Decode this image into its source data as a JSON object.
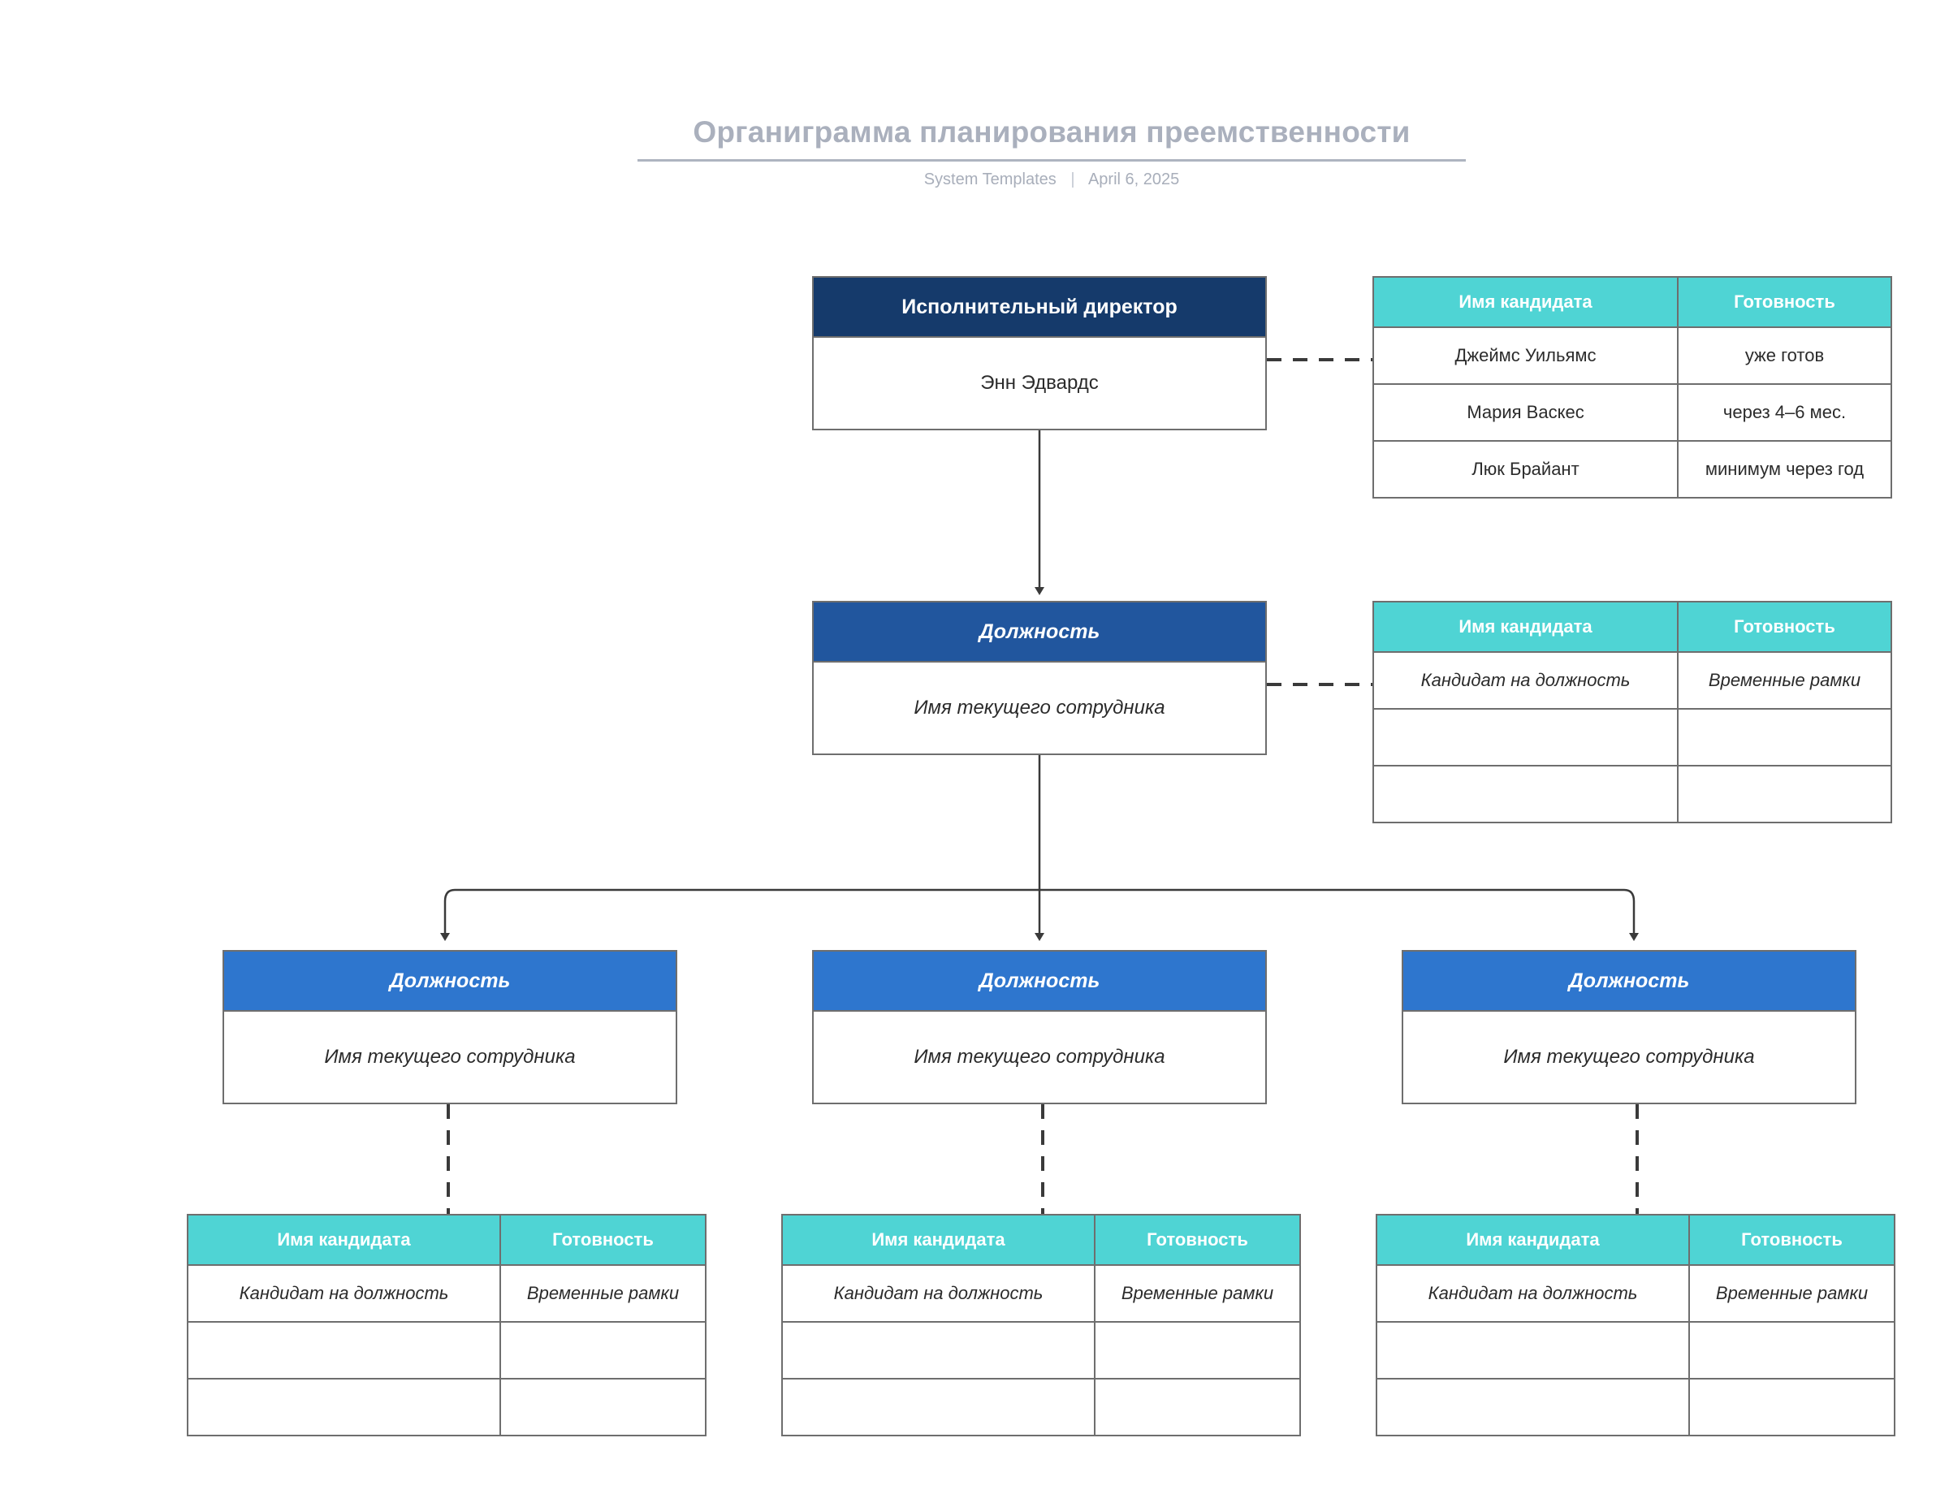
{
  "header": {
    "title": "Органиграмма планирования преемственности",
    "source": "System Templates",
    "separator": "|",
    "date": "April 6, 2025"
  },
  "colors": {
    "level1_header": "#153a6b",
    "level2_header": "#21569e",
    "level3_header": "#2e76ce",
    "table_header": "#4fd4d4",
    "border": "#6e6e6e",
    "title_text": "#aab0bd",
    "connector": "#3a3a3a"
  },
  "org_chart": {
    "level1": {
      "role": "Исполнительный директор",
      "person": "Энн Эдвардс"
    },
    "level2": {
      "role": "Должность",
      "person": "Имя текущего сотрудника"
    },
    "level3": [
      {
        "role": "Должность",
        "person": "Имя текущего сотрудника"
      },
      {
        "role": "Должность",
        "person": "Имя текущего сотрудника"
      },
      {
        "role": "Должность",
        "person": "Имя текущего сотрудника"
      }
    ]
  },
  "tables": {
    "columns": [
      "Имя кандидата",
      "Готовность"
    ],
    "ceo": {
      "rows": [
        [
          "Джеймс Уильямс",
          "уже готов"
        ],
        [
          "Мария Васкес",
          "через 4–6 мес."
        ],
        [
          "Люк Брайант",
          "минимум через год"
        ]
      ]
    },
    "level2": {
      "rows": [
        [
          "Кандидат на должность",
          "Временные рамки"
        ],
        [
          "",
          ""
        ],
        [
          "",
          ""
        ]
      ]
    },
    "level3": [
      {
        "rows": [
          [
            "Кандидат на должность",
            "Временные рамки"
          ],
          [
            "",
            ""
          ],
          [
            "",
            ""
          ]
        ]
      },
      {
        "rows": [
          [
            "Кандидат на должность",
            "Временные рамки"
          ],
          [
            "",
            ""
          ],
          [
            "",
            ""
          ]
        ]
      },
      {
        "rows": [
          [
            "Кандидат на должность",
            "Временные рамки"
          ],
          [
            "",
            ""
          ],
          [
            "",
            ""
          ]
        ]
      }
    ]
  }
}
